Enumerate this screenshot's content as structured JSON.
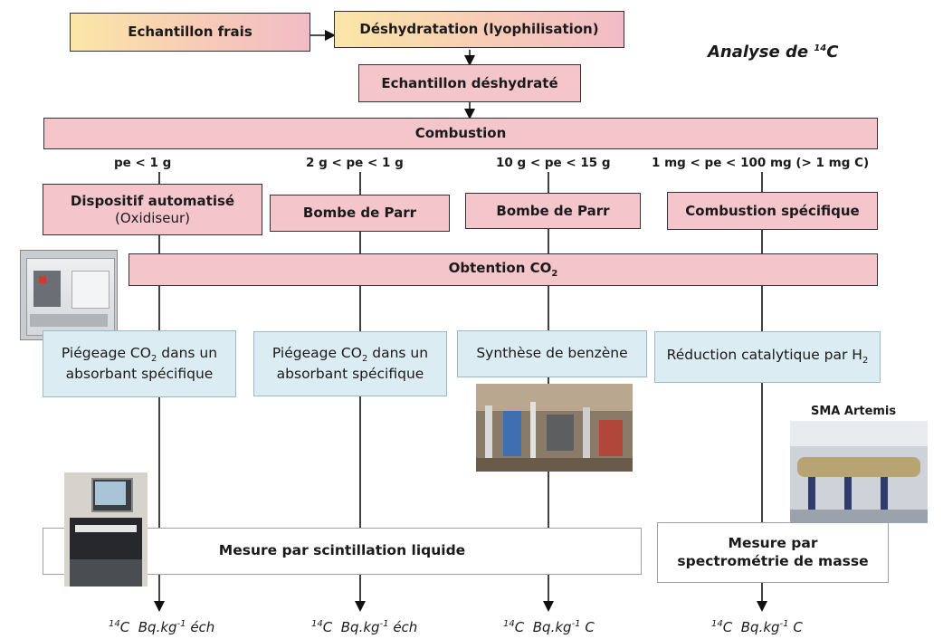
{
  "title": {
    "prefix": "Analyse de ",
    "sup": "14",
    "suffix": "C"
  },
  "top": {
    "fresh_sample": "Echantillon frais",
    "dehydration": "Déshydratation (lyophilisation)",
    "dehydrated_sample": "Echantillon déshydraté",
    "combustion": "Combustion"
  },
  "mass_ranges": [
    "pe < 1 g",
    "2 g < pe < 1 g",
    "10 g < pe < 15 g",
    "1 mg < pe < 100 mg (> 1 mg C)"
  ],
  "methods": {
    "auto_line1": "Dispositif automatisé",
    "auto_line2": "(Oxidiseur)",
    "parr1": "Bombe de Parr",
    "parr2": "Bombe de Parr",
    "specific": "Combustion spécifique"
  },
  "co2": {
    "prefix": "Obtention CO",
    "sub": "2"
  },
  "trapping": [
    {
      "pre": "Piégeage CO",
      "sub": "2",
      "post": " dans un",
      "line2": "absorbant spécifique"
    },
    {
      "pre": "Piégeage CO",
      "sub": "2",
      "post": " dans un",
      "line2": "absorbant spécifique"
    }
  ],
  "benzene": "Synthèse de benzène",
  "reduction": {
    "pre": "Réduction catalytique par H",
    "sub": "2"
  },
  "sma_label": "SMA Artemis",
  "measure_scint": "Mesure par scintillation liquide",
  "measure_mass_line1": "Mesure par",
  "measure_mass_line2": "spectrométrie de masse",
  "results": [
    {
      "sup_iso": "14",
      "iso": "C",
      "unit": "Bq.kg",
      "exp": "-1",
      "tail": "éch"
    },
    {
      "sup_iso": "14",
      "iso": "C",
      "unit": "Bq.kg",
      "exp": "-1",
      "tail": "éch"
    },
    {
      "sup_iso": "14",
      "iso": "C",
      "unit": "Bq.kg",
      "exp": "-1",
      "tail": "C"
    },
    {
      "sup_iso": "14",
      "iso": "C",
      "unit": "Bq.kg",
      "exp": "-1",
      "tail": "C"
    }
  ]
}
